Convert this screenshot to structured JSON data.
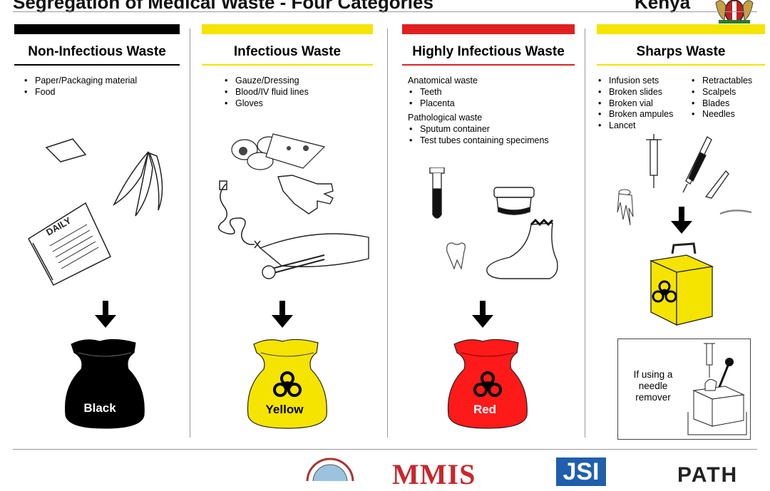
{
  "header": {
    "title": "Segregation of Medical Waste - Four Categories",
    "country": "Kenya"
  },
  "columns": [
    {
      "title": "Non-Infectious Waste",
      "bar_color": "#000000",
      "underline_color": "#000000",
      "items": [
        "Paper/Packaging material",
        "Food"
      ],
      "bag_color": "#000000",
      "bag_label": "Black",
      "bag_label_color": "#ffffff",
      "illustration_icons": [
        "paper-scrap-icon",
        "banana-peel-icon",
        "newspaper-icon"
      ],
      "newspaper_text": "DAILY"
    },
    {
      "title": "Infectious Waste",
      "bar_color": "#f5e400",
      "underline_color": "#f5e400",
      "items": [
        "Gauze/Dressing",
        "Blood/IV fluid lines",
        "Gloves"
      ],
      "bag_color": "#f5e400",
      "bag_label": "Yellow",
      "bag_label_color": "#000000",
      "illustration_icons": [
        "gauze-icon",
        "iv-line-icon",
        "glove-icon",
        "forceps-swab-icon"
      ]
    },
    {
      "title": "Highly Infectious Waste",
      "bar_color": "#e02020",
      "underline_color": "#e02020",
      "group1_label": "Anatomical waste",
      "group1_items": [
        "Teeth",
        "Placenta"
      ],
      "group2_label": "Pathological waste",
      "group2_items": [
        "Sputum container",
        "Test tubes containing specimens"
      ],
      "bag_color": "#ff1a1a",
      "bag_label": "Red",
      "bag_label_color": "#ffffff",
      "illustration_icons": [
        "test-tube-icon",
        "specimen-container-icon",
        "tooth-icon",
        "foot-icon"
      ]
    },
    {
      "title": "Sharps Waste",
      "bar_color": "#f5e400",
      "underline_color": "#f5e400",
      "items_left": [
        "Infusion sets",
        "Broken slides",
        "Broken vial",
        "Broken ampules",
        "Lancet"
      ],
      "items_right": [
        "Retractables",
        "Scalpels",
        "Blades",
        "Needles"
      ],
      "container_color": "#f5e400",
      "illustration_icons": [
        "syringe-icon",
        "retractable-syringe-icon",
        "scalpel-icon",
        "broken-ampule-icon",
        "lancet-icon",
        "sharps-container-icon"
      ],
      "needle_remover_text": "If using a needle remover"
    }
  ],
  "footer": {
    "logos": [
      "seal-logo",
      "mmis-logo",
      "jsi-logo",
      "path-logo"
    ],
    "mmis_text": "MMIS",
    "jsi_text": "JSI",
    "path_text": "PATH"
  }
}
